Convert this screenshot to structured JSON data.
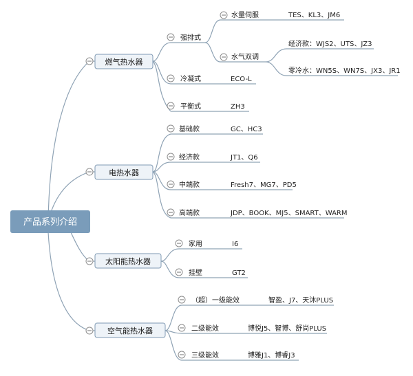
{
  "root": "产品系列介绍",
  "categories": [
    {
      "label": "燃气热水器",
      "types": [
        {
          "label": "强排式",
          "subs": [
            {
              "label": "水量伺服",
              "leaves": [
                "TES、KL3、JM6"
              ]
            },
            {
              "label": "水气双调",
              "leaves": [
                "经济款：WJS2、UTS、JZ3",
                "零冷水：WN5S、WN7S、JX3、JR1"
              ]
            }
          ]
        },
        {
          "label": "冷凝式",
          "leaf": "ECO-L"
        },
        {
          "label": "平衡式",
          "leaf": "ZH3"
        }
      ]
    },
    {
      "label": "电热水器",
      "types": [
        {
          "label": "基础款",
          "leaf": "GC、HC3"
        },
        {
          "label": "经济款",
          "leaf": "JT1、Q6"
        },
        {
          "label": "中端款",
          "leaf": "Fresh7、MG7、PD5"
        },
        {
          "label": "高端款",
          "leaf": "JDP、BOOK、MJ5、SMART、WARM"
        }
      ]
    },
    {
      "label": "太阳能热水器",
      "types": [
        {
          "label": "家用",
          "leaf": "I6"
        },
        {
          "label": "挂壁",
          "leaf": "GT2"
        }
      ]
    },
    {
      "label": "空气能热水器",
      "types": [
        {
          "label": "（超）一级能效",
          "leaf": "智盈、J7、天沐PLUS"
        },
        {
          "label": "二级能效",
          "leaf": "博悦J5、智博、舒尚PLUS"
        },
        {
          "label": "三级能效",
          "leaf": "博雅J1、博睿J3"
        }
      ]
    }
  ]
}
